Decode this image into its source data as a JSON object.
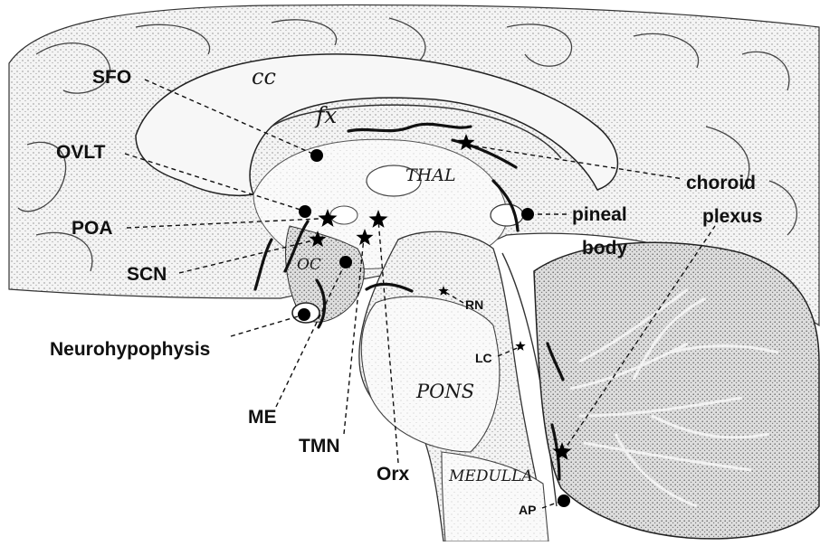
{
  "labels": {
    "sfo": "SFO",
    "ovlt": "OVLT",
    "poa": "POA",
    "scn": "SCN",
    "neurohypophysis": "Neurohypophysis",
    "me": "ME",
    "tmn": "TMN",
    "orx": "Orx",
    "rn": "RN",
    "lc": "LC",
    "ap": "AP",
    "pineal_line1": "pineal",
    "pineal_line2": "body",
    "choroid_line1": "choroid",
    "choroid_line2": "plexus"
  },
  "regions": {
    "cc": "cc",
    "fx": "fx",
    "thal": "THAL",
    "oc": "OC",
    "pons": "PONS",
    "medulla": "MEDULLA"
  },
  "colors": {
    "ink": "#111111",
    "stipple_dark": "#7a7a7a",
    "stipple_light": "#cfcfcf",
    "background": "#ffffff"
  }
}
